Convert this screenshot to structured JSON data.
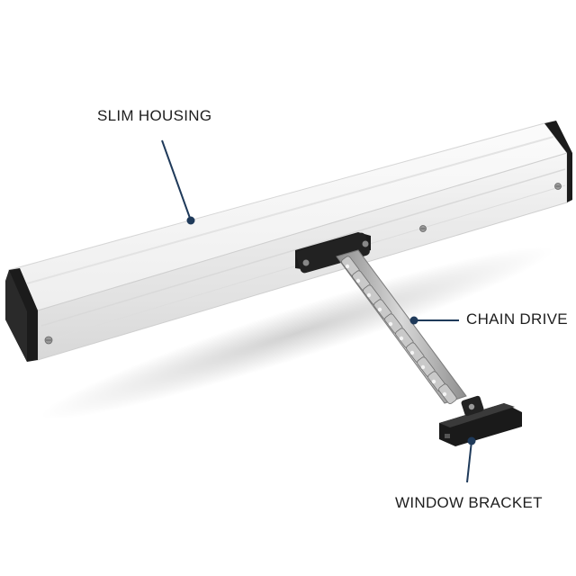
{
  "colors": {
    "background": "#ffffff",
    "callout_line": "#1f3a5a",
    "callout_dot": "#1f3a5a",
    "label_text": "#1e1e1e",
    "housing": "#f2f2f2",
    "end_caps": "#1a1a1a",
    "chain": "#b8b8b8"
  },
  "callouts": {
    "housing_label": "SLIM HOUSING",
    "chain_label": "CHAIN DRIVE",
    "bracket_label": "WINDOW BRACKET"
  }
}
